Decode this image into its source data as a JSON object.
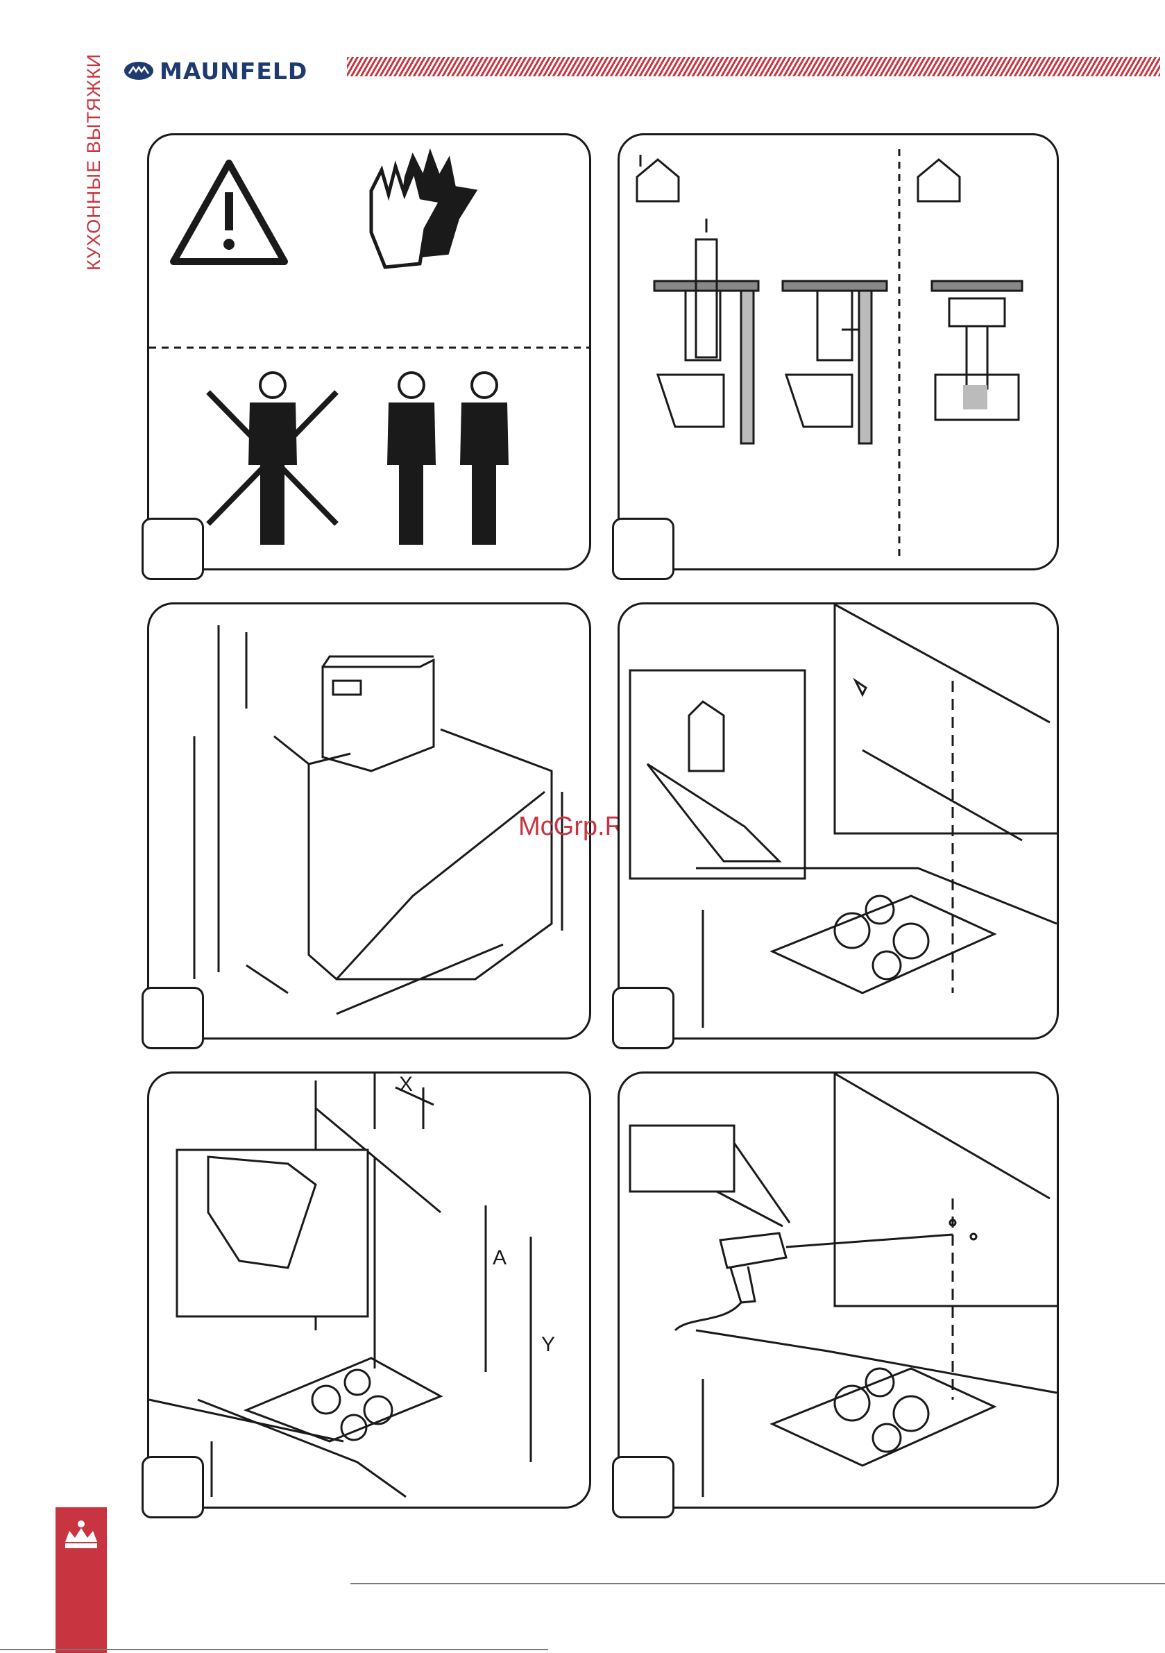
{
  "header": {
    "brand": "MAUNFELD",
    "side_title": "КУХОННЫЕ ВЫТЯЖКИ"
  },
  "watermark": "McGrp.Ru",
  "figures": {
    "panel5": {
      "label_x": "X",
      "label_a": "A",
      "label_y": "Y"
    }
  },
  "colors": {
    "accent": "#c8343f",
    "brand": "#1f3a6e",
    "ink": "#1a1a1a"
  },
  "icons": [
    "warning-icon",
    "gloves-icon",
    "worker-icon",
    "house-icon",
    "hob-icon",
    "drill-icon"
  ]
}
